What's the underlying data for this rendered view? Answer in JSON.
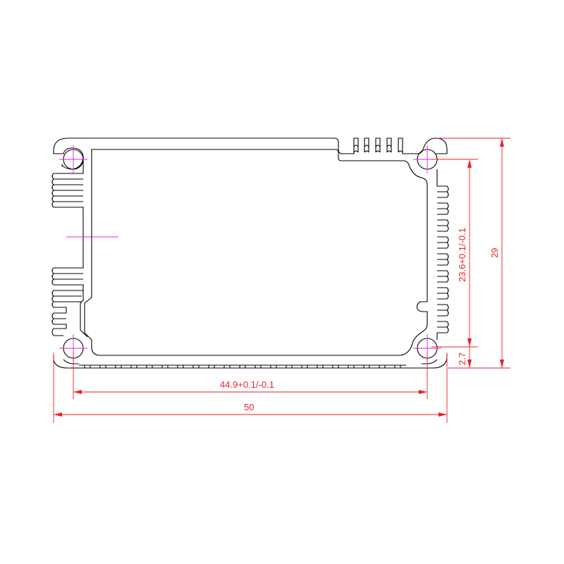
{
  "drawing": {
    "title": "",
    "colors": {
      "profile_outline": "#000000",
      "dimension": "#e8202a",
      "center_mark": "#e020e0",
      "background": "#ffffff"
    },
    "dimensions": {
      "overall_width": "50",
      "inner_width": "44.9+0.1/-0.1",
      "overall_height": "29",
      "inner_height": "23.6+0.1/-0.1",
      "bottom_offset": "2.7"
    }
  }
}
